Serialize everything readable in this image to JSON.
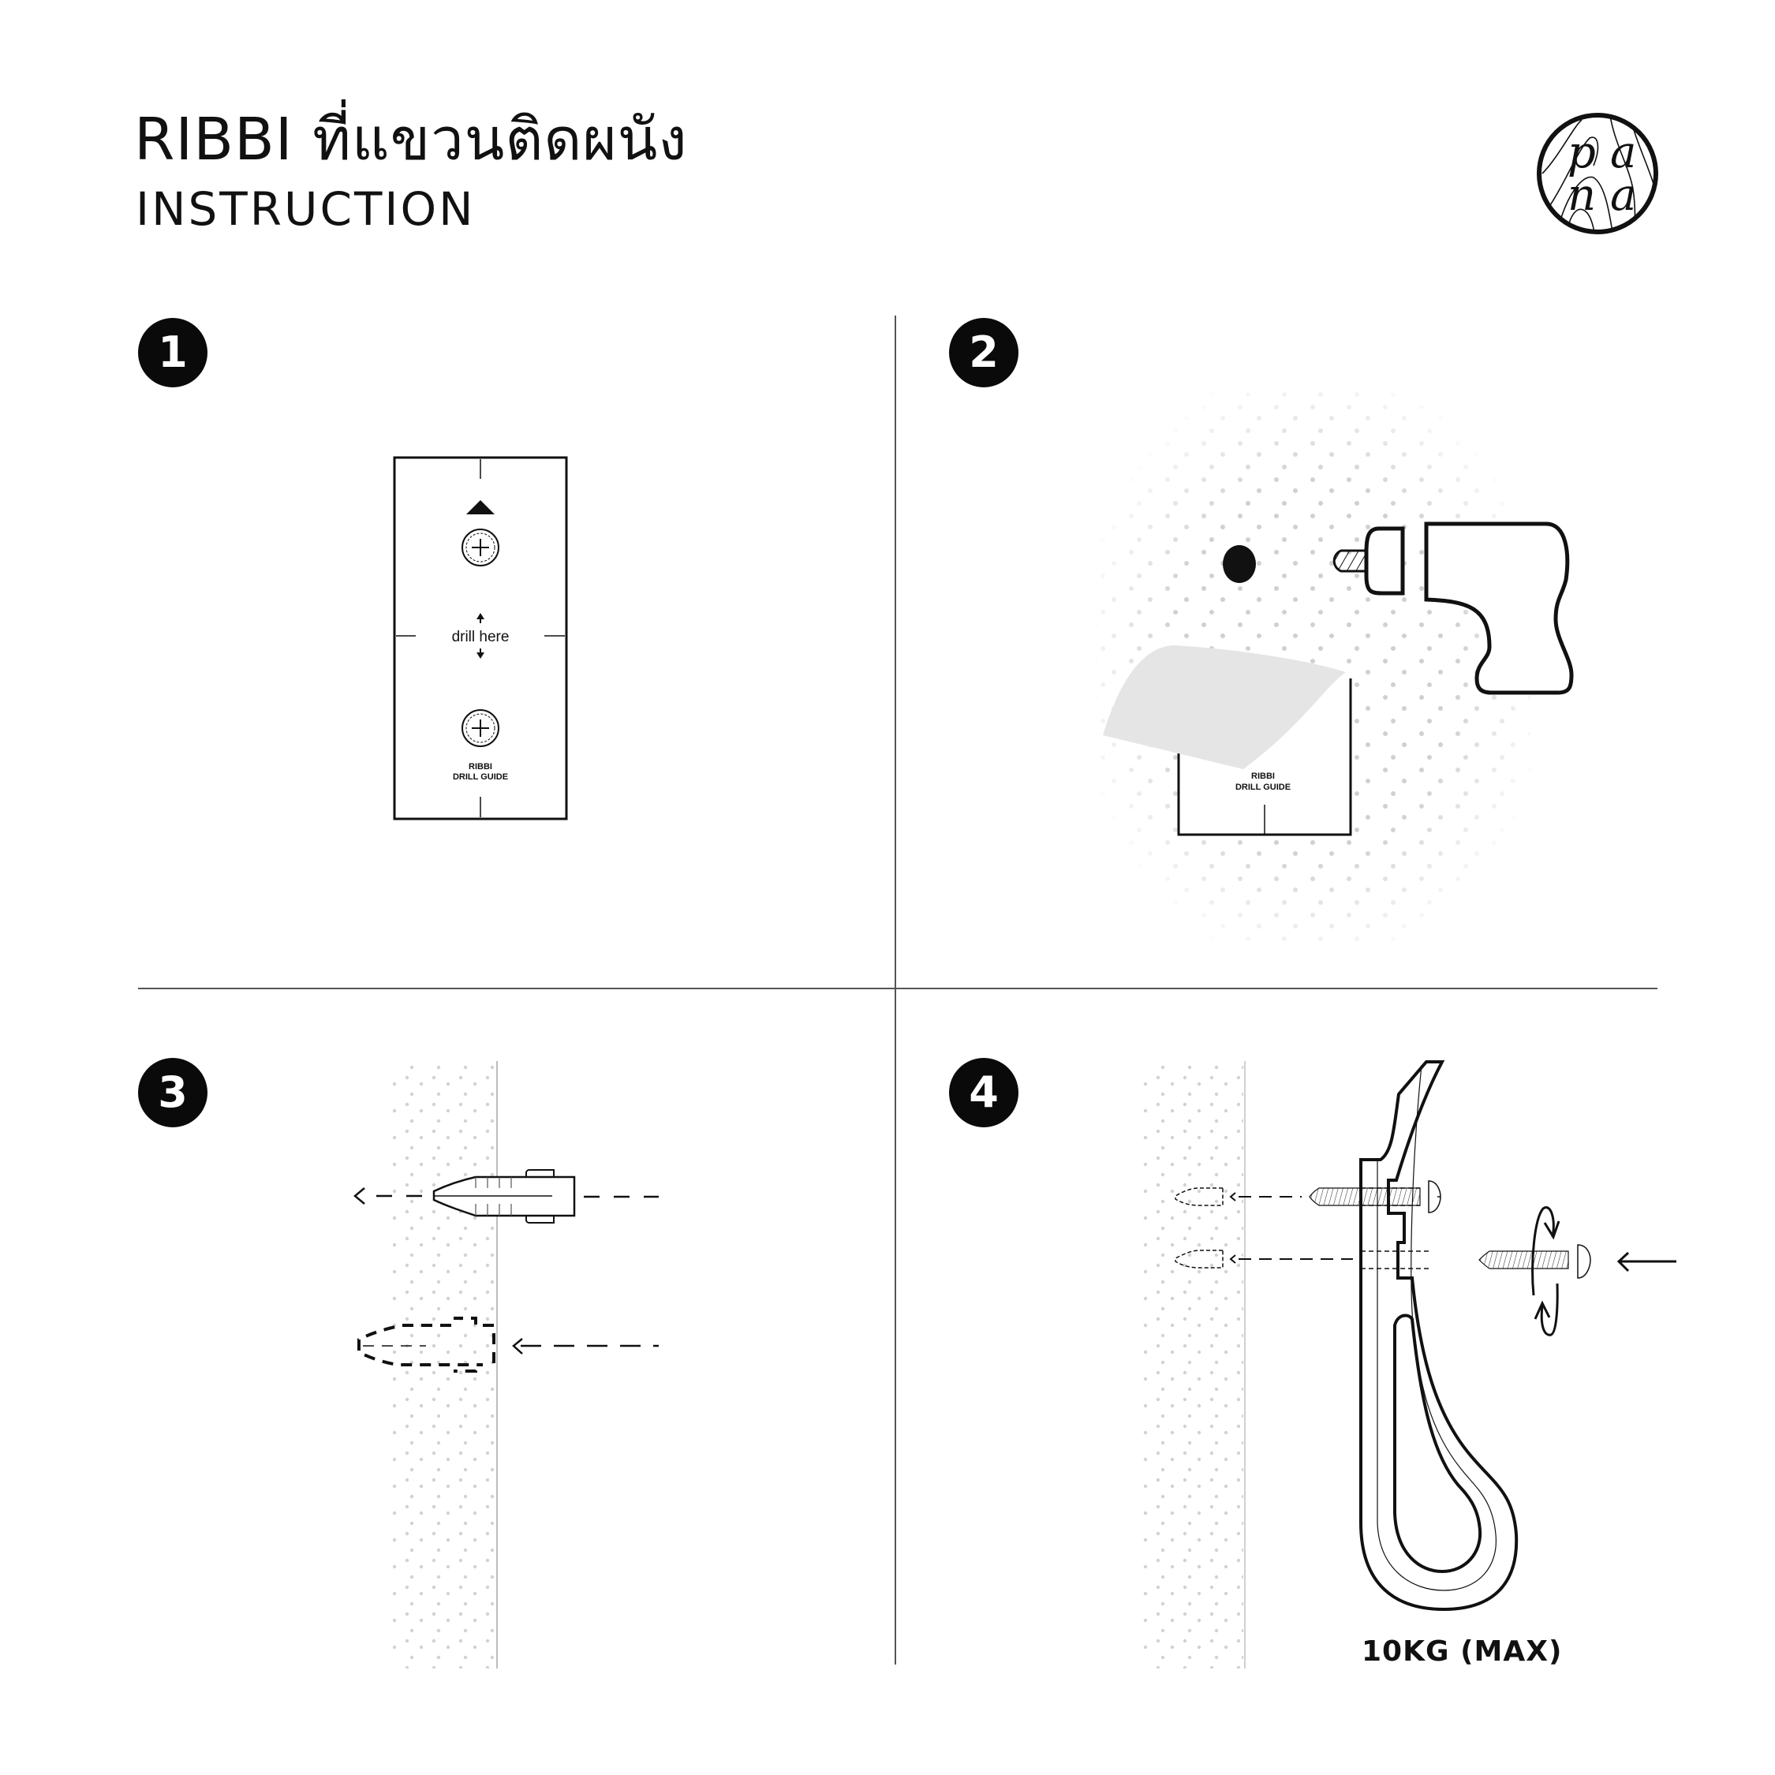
{
  "header": {
    "title": "RIBBI ที่แขวนติดผนัง",
    "subtitle": "INSTRUCTION"
  },
  "logo": {
    "brand": "pana",
    "letters": [
      "p",
      "a",
      "n",
      "a"
    ]
  },
  "steps": [
    {
      "number": "1",
      "description": "drill-guide-template"
    },
    {
      "number": "2",
      "description": "attach-guide-and-drill"
    },
    {
      "number": "3",
      "description": "insert-wall-anchor"
    },
    {
      "number": "4",
      "description": "screw-hook-to-wall"
    }
  ],
  "step1": {
    "drill_label": "drill here",
    "guide_line1": "RIBBI",
    "guide_line2": "DRILL GUIDE"
  },
  "step2": {
    "guide_line1": "RIBBI",
    "guide_line2": "DRILL GUIDE"
  },
  "step4": {
    "max_load": "10KG (MAX)"
  },
  "colors": {
    "ink": "#0a0a0a",
    "divider": "#555555",
    "wall_dots": "#d0d0d0",
    "peel_fill": "#e5e5e6",
    "wall_line": "#bdbdbd"
  }
}
